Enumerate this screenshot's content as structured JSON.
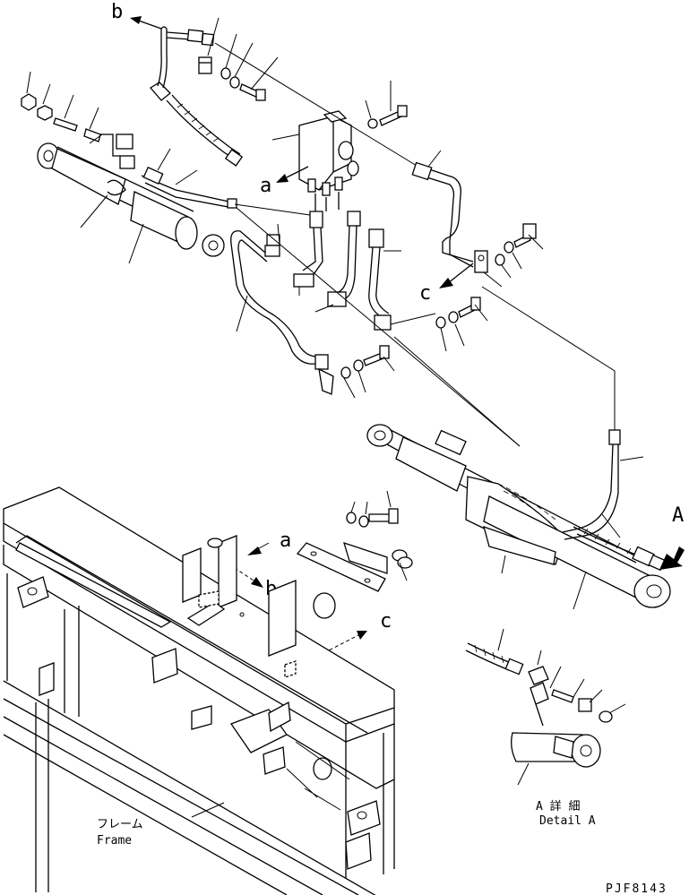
{
  "labels": {
    "callout_a": "a",
    "callout_b": "b",
    "callout_c": "c",
    "detail_ref": "A",
    "detail_jp": "A 詳 細",
    "detail_en": "Detail A",
    "frame_jp": "フレーム",
    "frame_en": "Frame",
    "drawing_number": "PJF8143"
  }
}
